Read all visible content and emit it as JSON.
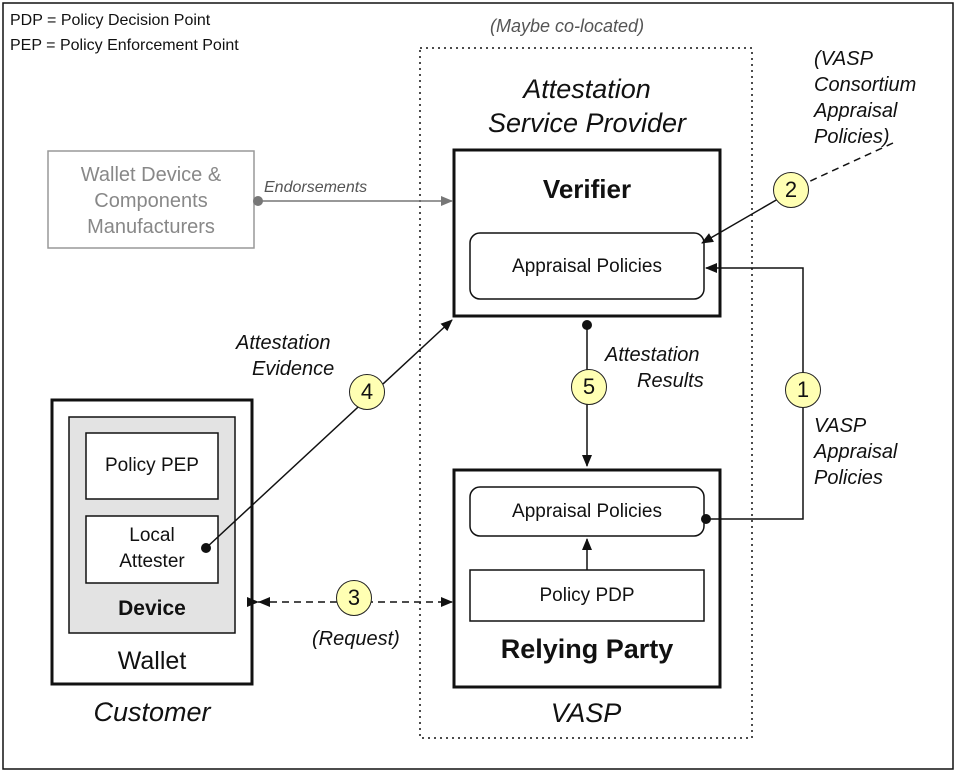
{
  "legend": {
    "pdp": "PDP = Policy Decision Point",
    "pep": "PEP = Policy Enforcement Point"
  },
  "asp": {
    "colocated_note": "(Maybe co-located)",
    "title_line1": "Attestation",
    "title_line2": "Service Provider"
  },
  "verifier": {
    "title": "Verifier",
    "policies": "Appraisal Policies"
  },
  "relying_party": {
    "title": "Relying Party",
    "policies": "Appraisal Policies",
    "pdp": "Policy PDP"
  },
  "vasp_label": "VASP",
  "manufacturer": {
    "line1": "Wallet Device &",
    "line2": "Components",
    "line3": "Manufacturers"
  },
  "wallet": {
    "pep": "Policy PEP",
    "attester_line1": "Local",
    "attester_line2": "Attester",
    "device": "Device",
    "title": "Wallet"
  },
  "customer_label": "Customer",
  "flows": {
    "endorsements": "Endorsements",
    "consortium_line1": "(VASP",
    "consortium_line2": "Consortium",
    "consortium_line3": "Appraisal",
    "consortium_line4": "Policies)",
    "vasp_policies_line1": "VASP",
    "vasp_policies_line2": "Appraisal",
    "vasp_policies_line3": "Policies",
    "evidence_line1": "Attestation",
    "evidence_line2": "Evidence",
    "results_line1": "Attestation",
    "results_line2": "Results",
    "request": "(Request)"
  },
  "badges": {
    "b1": "1",
    "b2": "2",
    "b3": "3",
    "b4": "4",
    "b5": "5"
  }
}
